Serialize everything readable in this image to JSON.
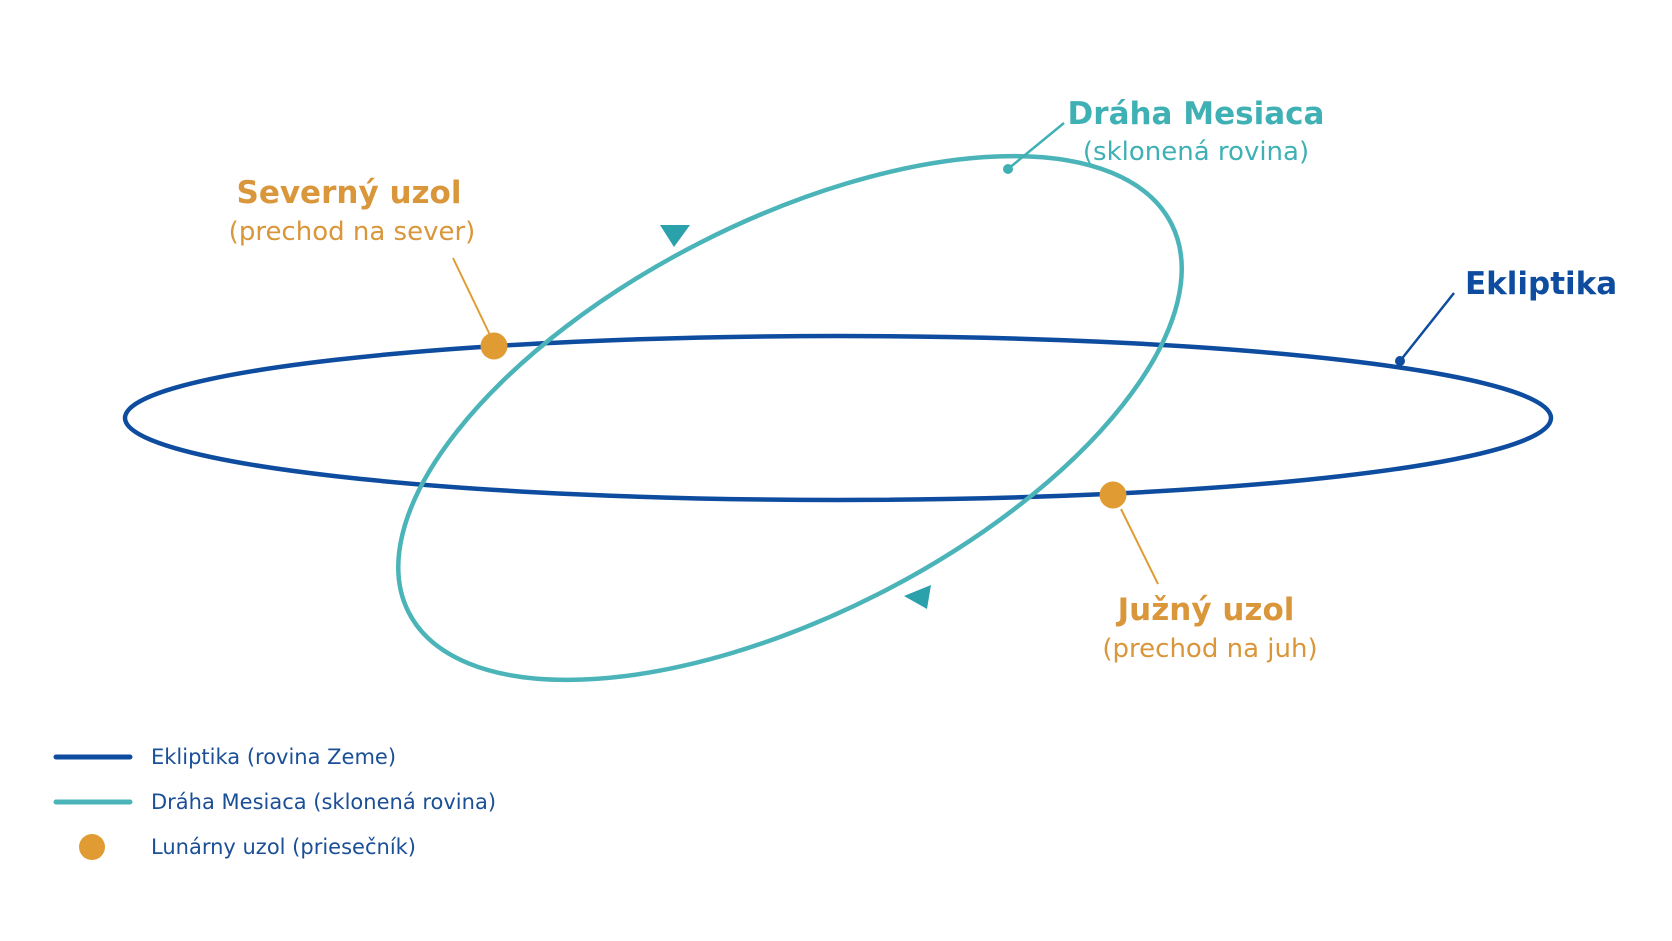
{
  "colors": {
    "ecliptic": "#0d4c9f",
    "moon_orbit": "#4bb4b8",
    "node": "#e09c33",
    "ecliptic_label": "#0d4c9f",
    "moon_label": "#3fb0b4",
    "node_label": "#d9963a",
    "legend_text": "#1b4f96",
    "arrow": "#2aa1ab"
  },
  "labels": {
    "moon_orbit": {
      "title": "Dráha Mesiaca",
      "subtitle": "(sklonená rovina)"
    },
    "ecliptic": {
      "title": "Ekliptika"
    },
    "north_node": {
      "title": "Severný uzol",
      "subtitle": "(prechod na sever)"
    },
    "south_node": {
      "title": "Južný uzol",
      "subtitle": "(prechod na juh)"
    }
  },
  "legend": {
    "items": [
      {
        "kind": "line-ecliptic",
        "label": "Ekliptika (rovina Zeme)"
      },
      {
        "kind": "line-moon",
        "label": "Dráha Mesiaca (sklonená rovina)"
      },
      {
        "kind": "node-dot",
        "label": "Lunárny uzol (priesečník)"
      }
    ]
  }
}
